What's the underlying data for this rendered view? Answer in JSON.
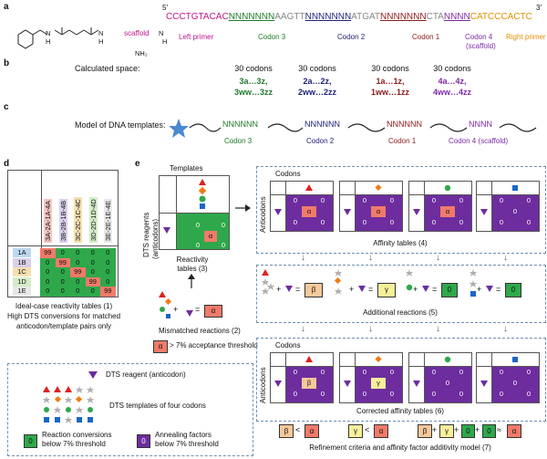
{
  "panels": {
    "a": "a",
    "b": "b",
    "c": "c",
    "d": "d",
    "e": "e"
  },
  "panel_a": {
    "five_prime": "5′",
    "three_prime": "3′",
    "scaffold": "scaffold",
    "h": "H",
    "n": "N",
    "nh2": "NH₂",
    "seq": {
      "left": "CCCTGTACAC",
      "c3": "NNNNNNN",
      "s1": "AAGTT",
      "c2": "NNNNNNN",
      "s2": "ATGAT",
      "c1": "NNNNNNN",
      "s3": "CTA",
      "c4": "NNNN",
      "right": "CATCCCACTC"
    },
    "labels": {
      "left": "Left primer",
      "c3": "Codon 3",
      "c2": "Codon 2",
      "c1": "Codon 1",
      "c4": "Codon 4",
      "c4b": "(scaffold)",
      "right": "Right primer"
    }
  },
  "panel_b": {
    "title": "Calculated space:",
    "cols": [
      {
        "count": "30 codons",
        "l1": "3a…3z,",
        "l2": "3ww…3zz"
      },
      {
        "count": "30 codons",
        "l1": "2a…2z,",
        "l2": "2ww…2zz"
      },
      {
        "count": "30 codons",
        "l1": "1a…1z,",
        "l2": "1ww…1zz"
      },
      {
        "count": "30 codons",
        "l1": "4a…4z,",
        "l2": "4ww…4zz"
      }
    ]
  },
  "panel_c": {
    "title": "Model of DNA templates:",
    "codons": [
      "NNNNNN",
      "NNNNNN",
      "NNNNNN",
      "NNNN"
    ],
    "labels": [
      "Codon 3",
      "Codon 2",
      "Codon 1",
      "Codon 4 (scaffold)"
    ]
  },
  "panel_d": {
    "cols": [
      "3A-2A-1A-4A",
      "3B-2B-1B-4B",
      "3C-2C-1C-4C",
      "3D-2D-1D-4D",
      "3E-2E-1E-4E"
    ],
    "rows": [
      "1A",
      "1B",
      "1C",
      "1D",
      "1E"
    ],
    "values": [
      [
        "99",
        "0",
        "0",
        "0",
        "0"
      ],
      [
        "0",
        "99",
        "0",
        "0",
        "0"
      ],
      [
        "0",
        "0",
        "99",
        "0",
        "0"
      ],
      [
        "0",
        "0",
        "0",
        "99",
        "0"
      ],
      [
        "0",
        "0",
        "0",
        "0",
        "99"
      ]
    ],
    "caption1": "Ideal-case reactivity tables (1)",
    "caption2": "High DTS conversions for matched",
    "caption3": "anticodon/template pairs only"
  },
  "panel_e": {
    "templates": "Templates",
    "dts_reagents": "DTS reagents",
    "anticodons_paren": "(anticodons)",
    "alpha": "α",
    "reactivity": "Reactivity",
    "tables3": "tables (3)",
    "codons": "Codons",
    "anticodons": "Anticodons",
    "affinity": "Affinity tables (4)",
    "additional": "Additional reactions (5)",
    "corrected": "Corrected affinity tables (6)",
    "mismatched": "Mismatched reactions (2)",
    "threshold": "> 7% acceptance threshold",
    "beta": "β",
    "gamma": "γ",
    "zero": "0",
    "plus": "+",
    "eq": "=",
    "lt": "<",
    "approx": "≈",
    "refinement": "Refinement criteria and affinity factor additivity model (7)",
    "zeros": "0"
  },
  "legend": {
    "dts_reagent": "DTS reagent (anticodon)",
    "templates": "DTS templates of four codons",
    "green_text1": "Reaction conversions",
    "green_text2": "below 7% threshold",
    "purple_text1": "Annealing factors",
    "purple_text2": "below 7% threshold"
  },
  "colors": {
    "green": "#2ea84a",
    "purple": "#6d2d9e",
    "salmon": "#f07a6a",
    "peach": "#f6c89a",
    "yellow": "#f8ef9a",
    "red": "#e02020",
    "orange": "#f07a10",
    "blue": "#1a66c8",
    "grey": "#b0b0b0"
  }
}
